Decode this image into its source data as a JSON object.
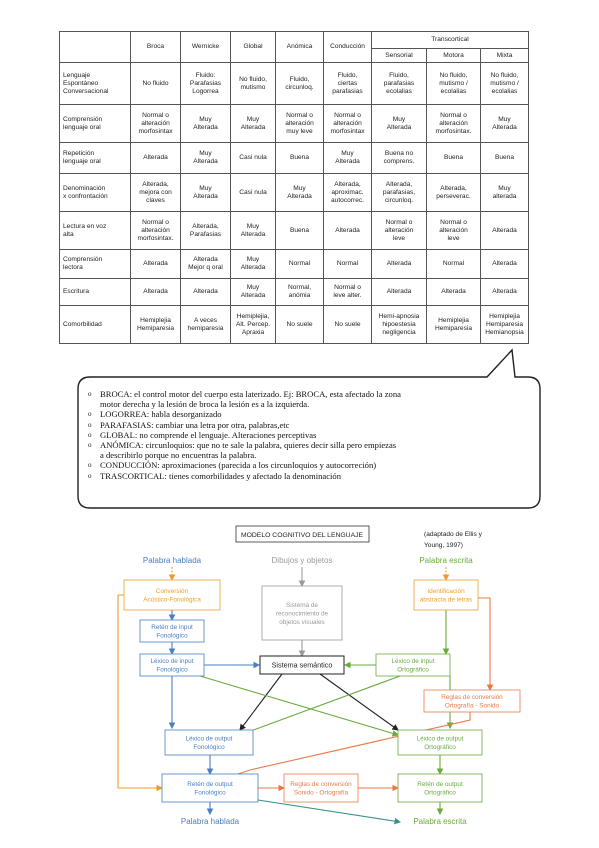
{
  "table": {
    "corner": "",
    "group_header": "Transcortical",
    "columns": [
      "Broca",
      "Wernicke",
      "Global",
      "Anómica",
      "Conducción"
    ],
    "sub_columns": [
      "Sensorial",
      "Motora",
      "Mixta"
    ],
    "rows": [
      {
        "label": [
          "Lenguaje",
          "Espontáneo",
          "Conversacional"
        ],
        "cells": [
          [
            "No fluido"
          ],
          [
            "Fluido:",
            "Parafasias",
            "Logorrea"
          ],
          [
            "No fluido,",
            "mutismo"
          ],
          [
            "Fluido,",
            "circunloq."
          ],
          [
            "Fluido,",
            "ciertas",
            "parafasias"
          ],
          [
            "Fluido,",
            "parafasias",
            "ecolalias"
          ],
          [
            "No fluido,",
            "mutismo /",
            "ecolalias"
          ],
          [
            "No fluido,",
            "mutismo /",
            "ecolalias"
          ]
        ]
      },
      {
        "label": [
          "Comprensión",
          "lenguaje oral"
        ],
        "cells": [
          [
            "Normal o",
            "alteración",
            "morfosintax"
          ],
          [
            "Muy",
            "Alterada"
          ],
          [
            "Muy",
            "Alterada"
          ],
          [
            "Normal o",
            "alteración",
            "muy  leve"
          ],
          [
            "Normal o",
            "alteración",
            "morfosintax"
          ],
          [
            "Muy",
            "Alterada"
          ],
          [
            "Normal o",
            "alteración",
            "morfosintax."
          ],
          [
            "Muy",
            "Alterada"
          ]
        ]
      },
      {
        "label": [
          "Repetición",
          "lenguaje oral"
        ],
        "cells": [
          [
            "Alterada"
          ],
          [
            "Muy",
            "Alterada"
          ],
          [
            "Casi nula"
          ],
          [
            "Buena"
          ],
          [
            "Muy",
            "Alterada"
          ],
          [
            "Buena no",
            "comprens."
          ],
          [
            "Buena"
          ],
          [
            "Buena"
          ]
        ]
      },
      {
        "label": [
          "Denominación",
          "x confrontación"
        ],
        "cells": [
          [
            "Alterada,",
            "mejora  con",
            "claves"
          ],
          [
            "Muy",
            "Alterada"
          ],
          [
            "Casi nula"
          ],
          [
            "Muy",
            "Alterada"
          ],
          [
            "Alterada,",
            "aproximac.",
            "autocorrec."
          ],
          [
            "Alterada,",
            "parafasias,",
            "circunloq."
          ],
          [
            "Alterada,",
            "perseverac."
          ],
          [
            "Muy",
            "alterada"
          ]
        ]
      },
      {
        "label": [
          "Lectura en voz",
          "alta"
        ],
        "cells": [
          [
            "Normal o",
            "alteración",
            "morfosintax."
          ],
          [
            "Alterada,",
            "Parafasias"
          ],
          [
            "Muy",
            "Alterada"
          ],
          [
            "Buena"
          ],
          [
            "Alterada"
          ],
          [
            "Normal o",
            "alteración",
            "leve"
          ],
          [
            "Normal o",
            "alteración",
            "leve"
          ],
          [
            "Alterada"
          ]
        ]
      },
      {
        "label": [
          "Comprensión",
          "lectora"
        ],
        "cells": [
          [
            "Alterada"
          ],
          [
            "Alterada",
            "Mejor q oral"
          ],
          [
            "Muy",
            "Alterada"
          ],
          [
            "Normal"
          ],
          [
            "Normal"
          ],
          [
            "Alterada"
          ],
          [
            "Normal"
          ],
          [
            "Alterada"
          ]
        ]
      },
      {
        "label": [
          "Escritura"
        ],
        "cells": [
          [
            "Alterada"
          ],
          [
            "Alterada"
          ],
          [
            "Muy",
            "Alterada"
          ],
          [
            "Normal,",
            "anómia"
          ],
          [
            "Normal o",
            "leve alter."
          ],
          [
            "Alterada"
          ],
          [
            "Alterada"
          ],
          [
            "Alterada"
          ]
        ]
      },
      {
        "label": [
          "Comorbilidad"
        ],
        "cells": [
          [
            "Hemiplejia",
            "Hemiparesia"
          ],
          [
            "A veces",
            "hemiparesia"
          ],
          [
            "Hemiplejia,",
            "Alt. Percep.",
            "Apraxia"
          ],
          [
            "No suele"
          ],
          [
            "No suele"
          ],
          [
            "Hemi-apnosia",
            "hipoestesia",
            "negligencia"
          ],
          [
            "Hemiplejia",
            "Hemiparesia"
          ],
          [
            "Hemiplejia",
            "Hemiparesia",
            "Hemianopsia"
          ]
        ]
      }
    ]
  },
  "notes": [
    {
      "bullet": "o",
      "lines": [
        "BROCA: el control motor del cuerpo esta laterizado. Ej: BROCA, esta afectado la zona",
        "motor derecha y la lesión de broca la lesión es a la izquierda."
      ]
    },
    {
      "bullet": "o",
      "lines": [
        "LOGORREA: habla desorganizado"
      ]
    },
    {
      "bullet": "o",
      "lines": [
        "PARAFASIAS: cambiar una letra por otra, palabras,etc"
      ]
    },
    {
      "bullet": "o",
      "lines": [
        "GLOBAL: no comprende el lenguaje. Alteraciones perceptivas"
      ]
    },
    {
      "bullet": "o",
      "lines": [
        "ANÓMICA:  circunloquios: que no te sale la palabra, quieres decir silla pero empiezas",
        "a describirlo porque no encuentras la palabra."
      ]
    },
    {
      "bullet": "o",
      "lines": [
        "CONDUCCIÓN: aproximaciones (parecida a los circunloquios y autocorreción)"
      ]
    },
    {
      "bullet": "o",
      "lines": [
        "TRASCORTICAL: tienes comorbilidades y afectado la denominación"
      ]
    }
  ],
  "diagram": {
    "title": "MODELO COGNITIVO DEL LENGUAJE",
    "source": [
      "(adaptado de Ellis y",
      "Young, 1997)"
    ],
    "colors": {
      "blue": "#4a7fc1",
      "gray": "#9a9a9a",
      "green": "#6aab3c",
      "orange": "#e8a02a",
      "salmon": "#e87a4a",
      "black": "#222222",
      "teal": "#3a8f8a"
    },
    "inputs": {
      "spoken": "Palabra hablada",
      "drawings": "Dibujos y objetos",
      "written": "Palabra escrita"
    },
    "outputs": {
      "spoken": "Palabra hablada",
      "written": "Palabra escrita"
    },
    "boxes": {
      "acoustic": [
        "Conversión",
        "Acústico-Fonológica"
      ],
      "phon_input_buffer": [
        "Retén de input",
        "Fonológico"
      ],
      "phon_input_lexicon": [
        "Léxico de input",
        "Fonológico"
      ],
      "visual_recognition": [
        "Sistema de",
        "reconocimiento de",
        "objetos visuales"
      ],
      "semantic": [
        "Sistema semántico"
      ],
      "letter_id": [
        "Identificación",
        "abstracta de letras"
      ],
      "orth_input_lexicon": [
        "Léxico de input",
        "Ortográfico"
      ],
      "orth_phon_rules": [
        "Reglas de conversión",
        "Ortografía - Sonido"
      ],
      "phon_output_lexicon": [
        "Léxico de output",
        "Fonológico"
      ],
      "orth_output_lexicon": [
        "Léxico de output",
        "Ortográfico"
      ],
      "phon_output_buffer": [
        "Retén de output",
        "Fonológico"
      ],
      "sound_orth_rules": [
        "Reglas de conversión",
        "Sonido - Ortografía"
      ],
      "orth_output_buffer": [
        "Retén de output",
        "Ortográfico"
      ]
    }
  }
}
